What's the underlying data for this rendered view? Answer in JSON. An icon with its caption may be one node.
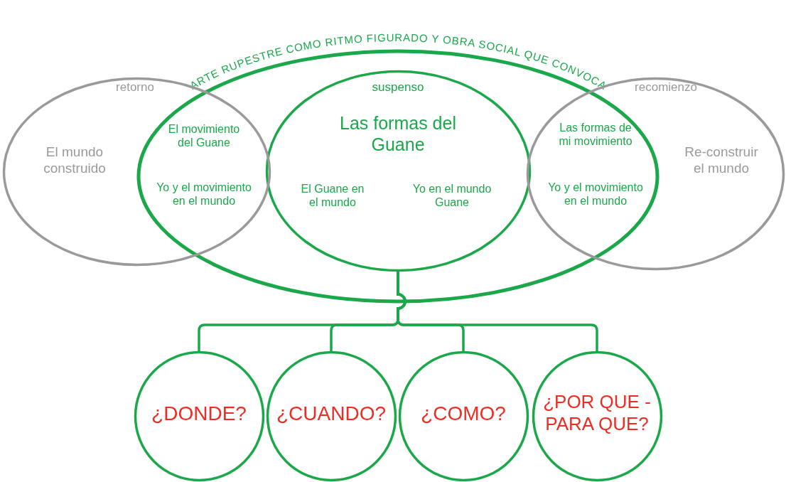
{
  "diagram": {
    "nodes": [
      {
        "text": [
          "ARTE RUPESTRE COMO RITMO FIGURADO Y OBRA SOCIAL QUE CONVOCA"
        ]
      },
      {
        "text": [
          "retorno",
          "El mundo construido"
        ]
      },
      {
        "text": [
          "suspenso",
          "Las formas del Guane",
          "El Guane en el mundo",
          "Yo en el mundo Guane"
        ],
        "in": 0
      },
      {
        "text": [
          "recomienzo",
          "Re-construir el mundo"
        ]
      },
      {
        "text": [
          "¿DONDE?"
        ]
      },
      {
        "text": [
          "¿CUANDO?"
        ]
      },
      {
        "text": [
          "¿COMO?"
        ]
      },
      {
        "text": [
          "¿POR QUE - PARA QUE?"
        ]
      }
    ],
    "edges": [
      {
        "from": 2,
        "to": 4,
        "arrow": "none"
      },
      {
        "from": 2,
        "to": 5,
        "arrow": "none"
      },
      {
        "from": 2,
        "to": 6,
        "arrow": "none"
      },
      {
        "from": 2,
        "to": 7,
        "arrow": "none"
      }
    ],
    "labels": [
      "El movimiento del Guane",
      "Yo y el movimiento en el mundo",
      "Las formas de mi movimiento",
      "Yo y el movimiento en el mundo"
    ]
  }
}
